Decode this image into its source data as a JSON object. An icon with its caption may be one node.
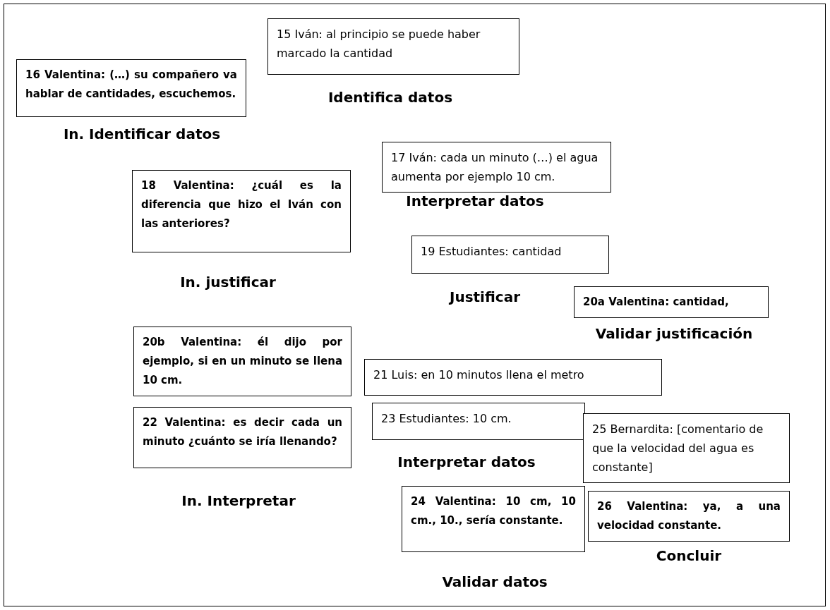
{
  "diagram": {
    "nodes": [
      {
        "text": [
          "16 Valentina: (…) su compañero va hablar de cantidades, escuchemos."
        ],
        "beside": [
          "In. Identificar datos"
        ]
      },
      {
        "text": [
          "15 Iván: al principio se puede haber marcado la cantidad"
        ],
        "beside": [
          "Identifica datos"
        ]
      },
      {
        "text": [
          "17 Iván: cada un minuto (…) el agua aumenta por ejemplo 10 cm."
        ],
        "beside": [
          "Interpretar datos"
        ]
      },
      {
        "text": [
          "18 Valentina: ¿cuál es la diferencia que hizo el Iván con las anteriores?"
        ],
        "beside": [
          "In. justificar"
        ]
      },
      {
        "text": [
          "19 Estudiantes: cantidad"
        ],
        "beside": [
          "Justificar"
        ]
      },
      {
        "text": [
          "20a Valentina: cantidad,"
        ],
        "beside": [
          "Validar justificación"
        ]
      },
      {
        "text": [
          "20b Valentina: él dijo por ejemplo, si en un minuto se llena 10 cm."
        ]
      },
      {
        "text": [
          "21 Luis: en 10 minutos llena el metro"
        ]
      },
      {
        "text": [
          "22 Valentina: es decir cada un minuto ¿cuánto se iría llenando?"
        ],
        "beside": [
          "In. Interpretar"
        ]
      },
      {
        "text": [
          "23 Estudiantes: 10 cm."
        ],
        "beside": [
          "Interpretar datos"
        ]
      },
      {
        "text": [
          "25 Bernardita: [comentario de que la velocidad del agua es constante]"
        ]
      },
      {
        "text": [
          "24 Valentina: 10 cm, 10 cm., 10., sería constante."
        ],
        "beside": [
          "Validar datos"
        ]
      },
      {
        "text": [
          "26 Valentina: ya, a una velocidad constante."
        ],
        "beside": [
          "Concluir"
        ]
      }
    ]
  }
}
